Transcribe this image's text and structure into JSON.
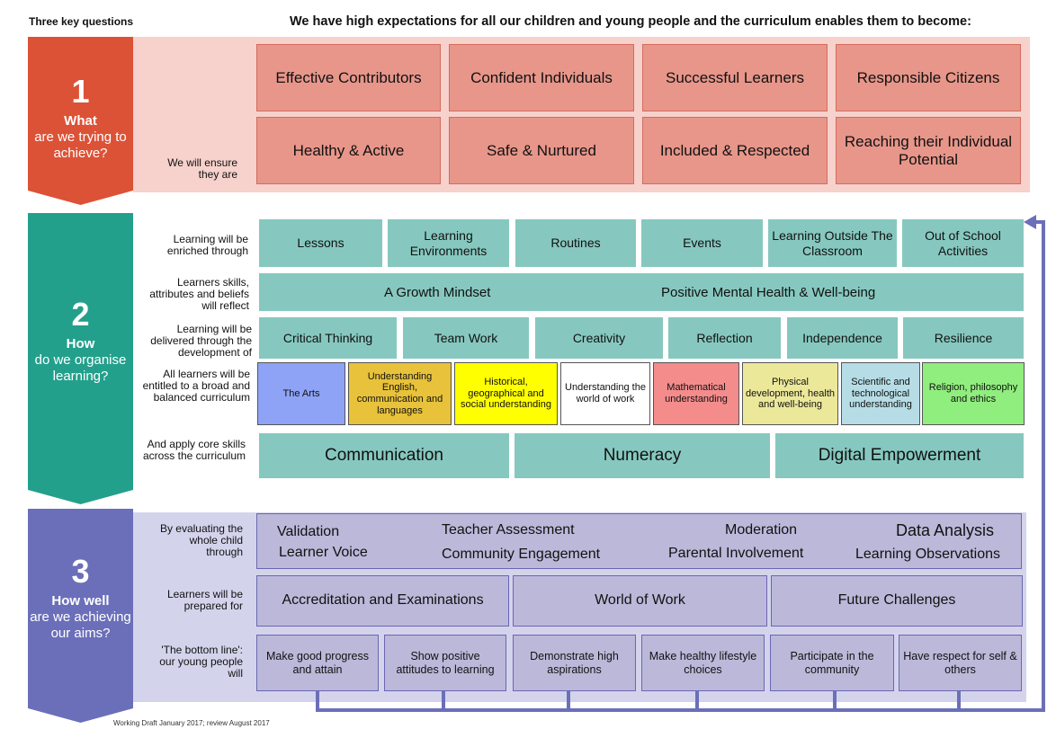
{
  "header": {
    "left": "Three key questions",
    "right": "We have high expectations for all our children and young people and the curriculum enables them to become:"
  },
  "section1": {
    "number": "1",
    "question_bold": "What",
    "question_rest": "are we trying to achieve?",
    "color": "#dc5236",
    "band_color": "#f7d1cb",
    "row_label": "We will ensure they are",
    "capacities": [
      "Effective Contributors",
      "Confident Individuals",
      "Successful Learners",
      "Responsible Citizens"
    ],
    "wellbeing": [
      "Healthy & Active",
      "Safe & Nurtured",
      "Included & Respected",
      "Reaching their Individual Potential"
    ]
  },
  "section2": {
    "number": "2",
    "question_bold": "How",
    "question_rest": "do we organise learning?",
    "color": "#23a08c",
    "labels": {
      "enriched": "Learning will be enriched through",
      "skills": "Learners skills, attributes and beliefs will reflect",
      "delivered": "Learning will be delivered through the development of",
      "entitled": "All learners will be entitled to a broad and balanced curriculum",
      "core": "And apply core skills across the curriculum"
    },
    "contexts": [
      "Lessons",
      "Learning Environments",
      "Routines",
      "Events",
      "Learning Outside The Classroom",
      "Out of School Activities"
    ],
    "beliefs": [
      "A Growth Mindset",
      "Positive Mental Health & Well-being"
    ],
    "skills": [
      "Critical Thinking",
      "Team Work",
      "Creativity",
      "Reflection",
      "Independence",
      "Resilience"
    ],
    "curriculum": [
      {
        "label": "The Arts",
        "color": "#8ea3f5"
      },
      {
        "label": "Understanding English, communication and languages",
        "color": "#e8c23a"
      },
      {
        "label": "Historical, geographical and social understanding",
        "color": "#ffff00"
      },
      {
        "label": "Understanding the world of work",
        "color": "#ffffff"
      },
      {
        "label": "Mathematical understanding",
        "color": "#f48c8c"
      },
      {
        "label": "Physical development, health and well-being",
        "color": "#ece89a"
      },
      {
        "label": "Scientific and technological understanding",
        "color": "#b6dde6"
      },
      {
        "label": "Religion, philosophy and ethics",
        "color": "#90ee7e"
      }
    ],
    "core_skills": [
      "Communication",
      "Numeracy",
      "Digital Empowerment"
    ]
  },
  "section3": {
    "number": "3",
    "question_bold": "How well",
    "question_rest": "are we achieving our aims?",
    "color": "#6b6fb9",
    "band_color": "#d3d4ec",
    "labels": {
      "evaluating": "By evaluating the whole child through",
      "prepared": "Learners will be prepared for",
      "bottom": "'The bottom line': our young people will"
    },
    "evaluation": [
      "Validation",
      "Teacher Assessment",
      "Moderation",
      "Data Analysis",
      "Learner Voice",
      "Community Engagement",
      "Parental Involvement",
      "Learning Observations"
    ],
    "prepared": [
      "Accreditation and Examinations",
      "World of Work",
      "Future Challenges"
    ],
    "bottom_line": [
      "Make good progress and attain",
      "Show positive attitudes to learning",
      "Demonstrate high aspirations",
      "Make healthy lifestyle choices",
      "Participate in the community",
      "Have respect for self & others"
    ]
  },
  "feedback_line_color": "#6b6fb9",
  "footer": "Working Draft January 2017; review August 2017"
}
